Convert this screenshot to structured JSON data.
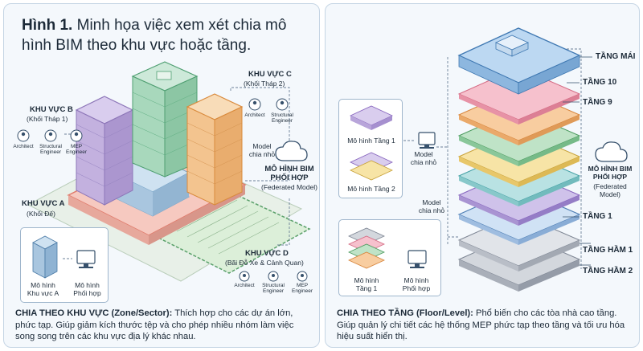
{
  "left": {
    "title_bold": "Hình 1.",
    "title_rest": " Minh họa việc xem xét chia mô hình BIM theo khu vực hoặc tầng.",
    "zone_b": {
      "name": "KHU VỰC B",
      "sub": "(Khối Tháp 1)",
      "roles": [
        "Architect",
        "Structural Engineer",
        "MEP Engineer"
      ]
    },
    "zone_c": {
      "name": "KHU VỰC C",
      "sub": "(Khối Tháp 2)",
      "roles": [
        "Architect",
        "Structural Engineer"
      ]
    },
    "zone_a": {
      "name": "KHU VỰC A",
      "sub": "(Khối Đế)"
    },
    "zone_d": {
      "name": "KHU VỰC D",
      "sub": "(Bãi Đỗ Xe & Cảnh Quan)",
      "roles": [
        "Architect",
        "Structural Engineer",
        "MEP Engineer"
      ]
    },
    "split_label": "Model\nchia nhỏ",
    "federated": {
      "name": "MÔ HÌNH BIM\nPHỐI HỢP",
      "sub": "(Federated Model)"
    },
    "model_a": "Mô hình\nKhu vực A",
    "model_coord": "Mô hình\nPhối hợp",
    "caption_bold": "CHIA THEO KHU VỰC (Zone/Sector):",
    "caption_rest": " Thích hợp cho các dự án lớn, phức tạp. Giúp giảm kích thước tệp và cho phép nhiều nhóm làm việc song song trên các khu vực địa lý khác nhau."
  },
  "right": {
    "model_t1": "Mô hình Tầng 1",
    "model_t2": "Mô hình Tầng 2",
    "split_label_1": "Model\nchia nhỏ",
    "split_label_2": "Model\nchia nhỏ",
    "model_floor1": "Mô hình\nTầng 1",
    "model_coord": "Mô hình\nPhối hợp",
    "federated": {
      "name": "MÔ HÌNH BIM\nPHỐI HỢP",
      "sub": "(Federated\nModel)"
    },
    "floors": {
      "roof": "TẦNG MÁI",
      "f10": "TẦNG 10",
      "f9": "TẦNG 9",
      "f1": "TẦNG 1",
      "b1": "TẦNG HẦM 1",
      "b2": "TẦNG HẦM 2"
    },
    "caption_bold": "CHIA THEO TẦNG (Floor/Level):",
    "caption_rest": " Phổ biến cho các tòa nhà cao tầng. Giúp quản lý chi tiết các hệ thống MEP phức tạp theo tầng và tối ưu hóa hiệu suất hiển thị."
  },
  "colors": {
    "purple": "#b9a6d6",
    "green": "#a8d8bc",
    "orange": "#f3c48f",
    "pink": "#f2b3c0",
    "yellow": "#f4dc8a",
    "blue": "#a9c9ea",
    "gray": "#c9ced6",
    "teal": "#9fd3d6"
  }
}
